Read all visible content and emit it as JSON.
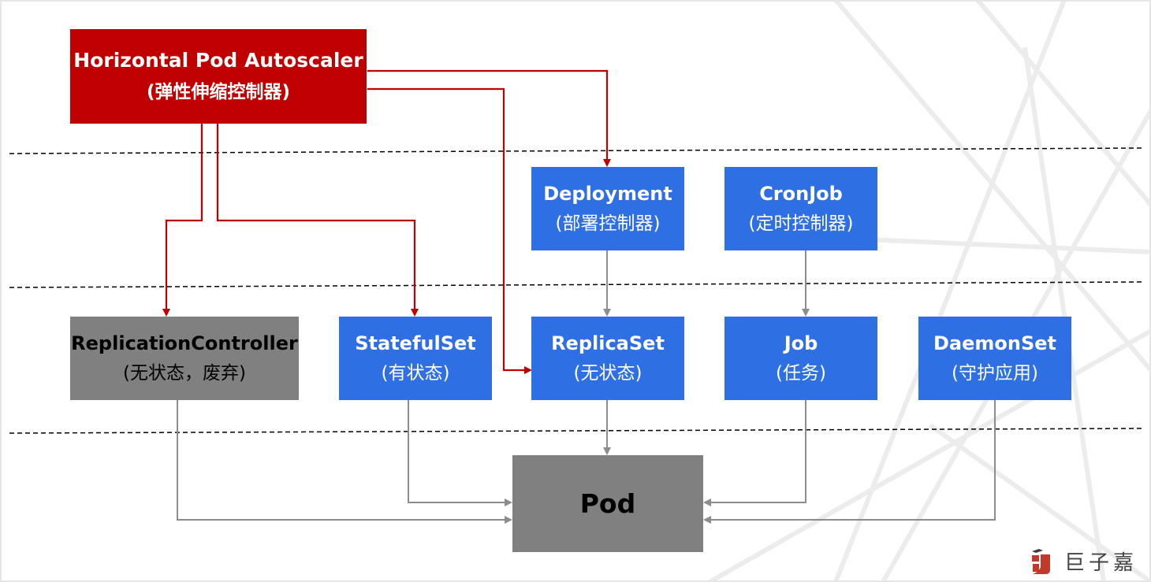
{
  "nodes": {
    "hpa": {
      "title": "Horizontal Pod Autoscaler",
      "subtitle": "(弹性伸缩控制器)"
    },
    "deployment": {
      "title": "Deployment",
      "subtitle": "(部署控制器)"
    },
    "cronjob": {
      "title": "CronJob",
      "subtitle": "(定时控制器)"
    },
    "replicationcontroller": {
      "title": "ReplicationController",
      "subtitle": "(无状态，废弃)"
    },
    "statefulset": {
      "title": "StatefulSet",
      "subtitle": "(有状态)"
    },
    "replicaset": {
      "title": "ReplicaSet",
      "subtitle": "(无状态)"
    },
    "job": {
      "title": "Job",
      "subtitle": "(任务)"
    },
    "daemonset": {
      "title": "DaemonSet",
      "subtitle": "(守护应用)"
    },
    "pod": {
      "title": "Pod"
    }
  },
  "brand": {
    "name": "巨子嘉"
  },
  "colors": {
    "autoscaler": "#c00000",
    "controller": "#2f6fe4",
    "deprecated_or_pod": "#808080",
    "autoscale_arrow": "#c00000",
    "manage_arrow": "#8c8c8c"
  }
}
